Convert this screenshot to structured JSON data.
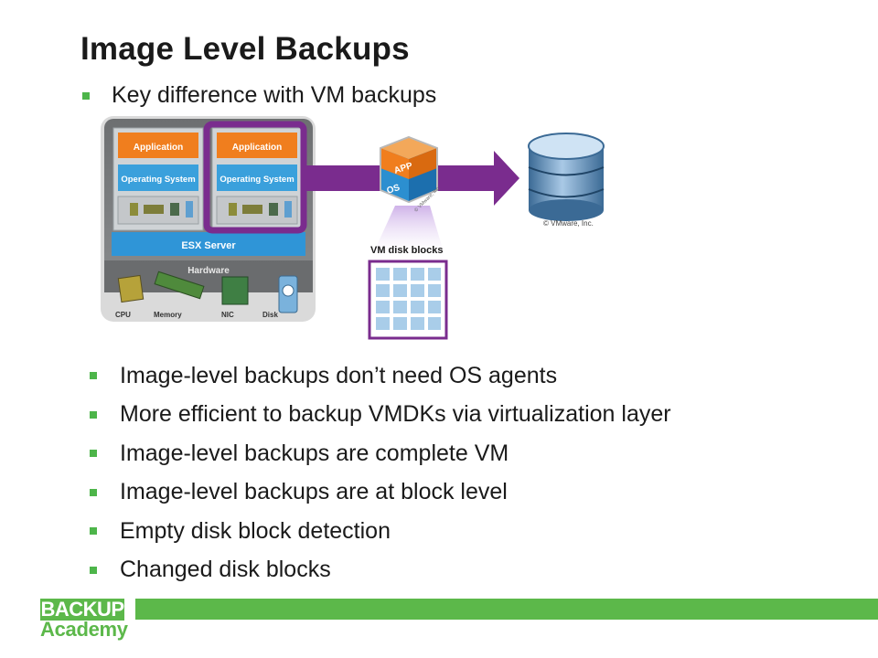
{
  "slide": {
    "title": "Image Level Backups",
    "subtitle_bullet": "Key difference with VM backups",
    "bullets": [
      "Image-level backups don’t need OS agents",
      "More efficient to backup VMDKs via virtualization layer",
      "Image-level backups are complete VM",
      "Image-level backups are at block level",
      "Empty disk block detection",
      "Changed disk blocks"
    ]
  },
  "diagram": {
    "vm_left": {
      "app": "Application",
      "os": "Operating System"
    },
    "vm_right": {
      "app": "Application",
      "os": "Operating System"
    },
    "esx": "ESX Server",
    "hardware": "Hardware",
    "hardware_items": [
      "CPU",
      "Memory",
      "NIC",
      "Disk"
    ],
    "cube": {
      "app": "APP",
      "os": "OS",
      "copyright": "© VMware, Inc."
    },
    "disk_blocks_label": "VM disk blocks",
    "db_copyright": "© VMware, Inc."
  },
  "logo": {
    "top": "BACKUP",
    "bottom": "Academy"
  },
  "colors": {
    "accent_green": "#5cb84a",
    "purple": "#7a2c8e",
    "orange": "#f07e1e",
    "blue": "#3aa0dc"
  }
}
